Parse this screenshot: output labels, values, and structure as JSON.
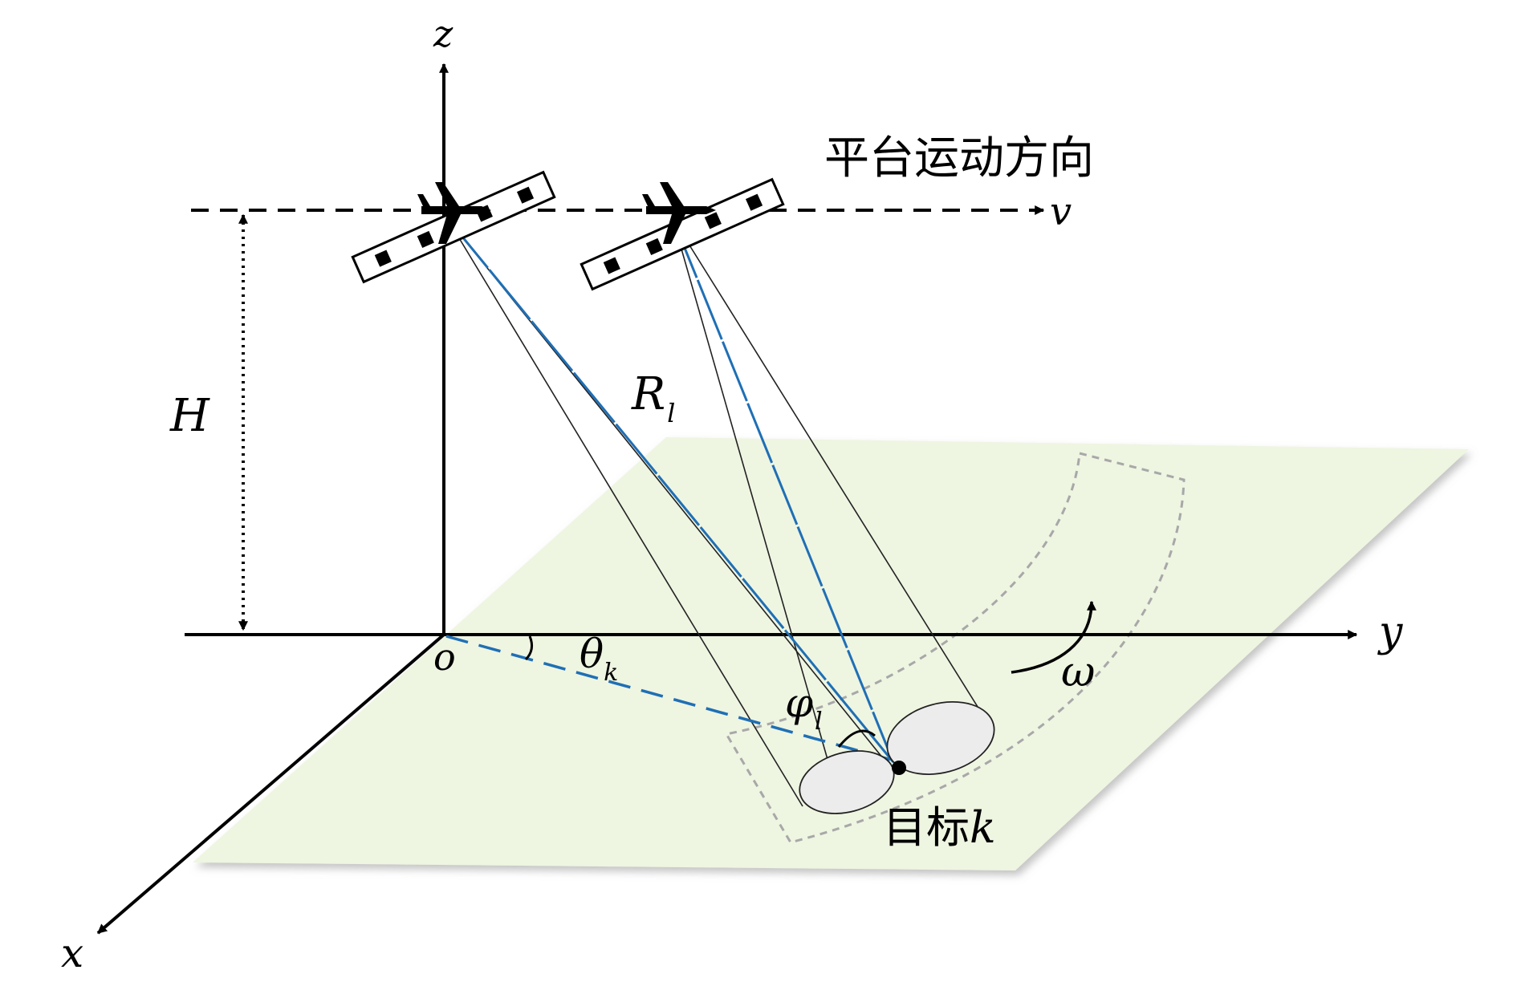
{
  "labels": {
    "z": "z",
    "y": "y",
    "x": "x",
    "o": "o",
    "v": "v",
    "H": "H",
    "R": "R",
    "R_sub": "l",
    "theta": "θ",
    "theta_sub": "k",
    "phi": "φ",
    "phi_sub": "l",
    "omega": "ω",
    "direction": "平台运动方向",
    "target_text": "目标",
    "target_k": "k"
  },
  "colors": {
    "ground": "#eef5e1",
    "beam_center": "#1f6fb5",
    "ellipse_fill": "#ececec",
    "swath_dash": "#a8a8a8"
  },
  "icons": [
    "airplane-icon",
    "antenna-array-icon"
  ]
}
